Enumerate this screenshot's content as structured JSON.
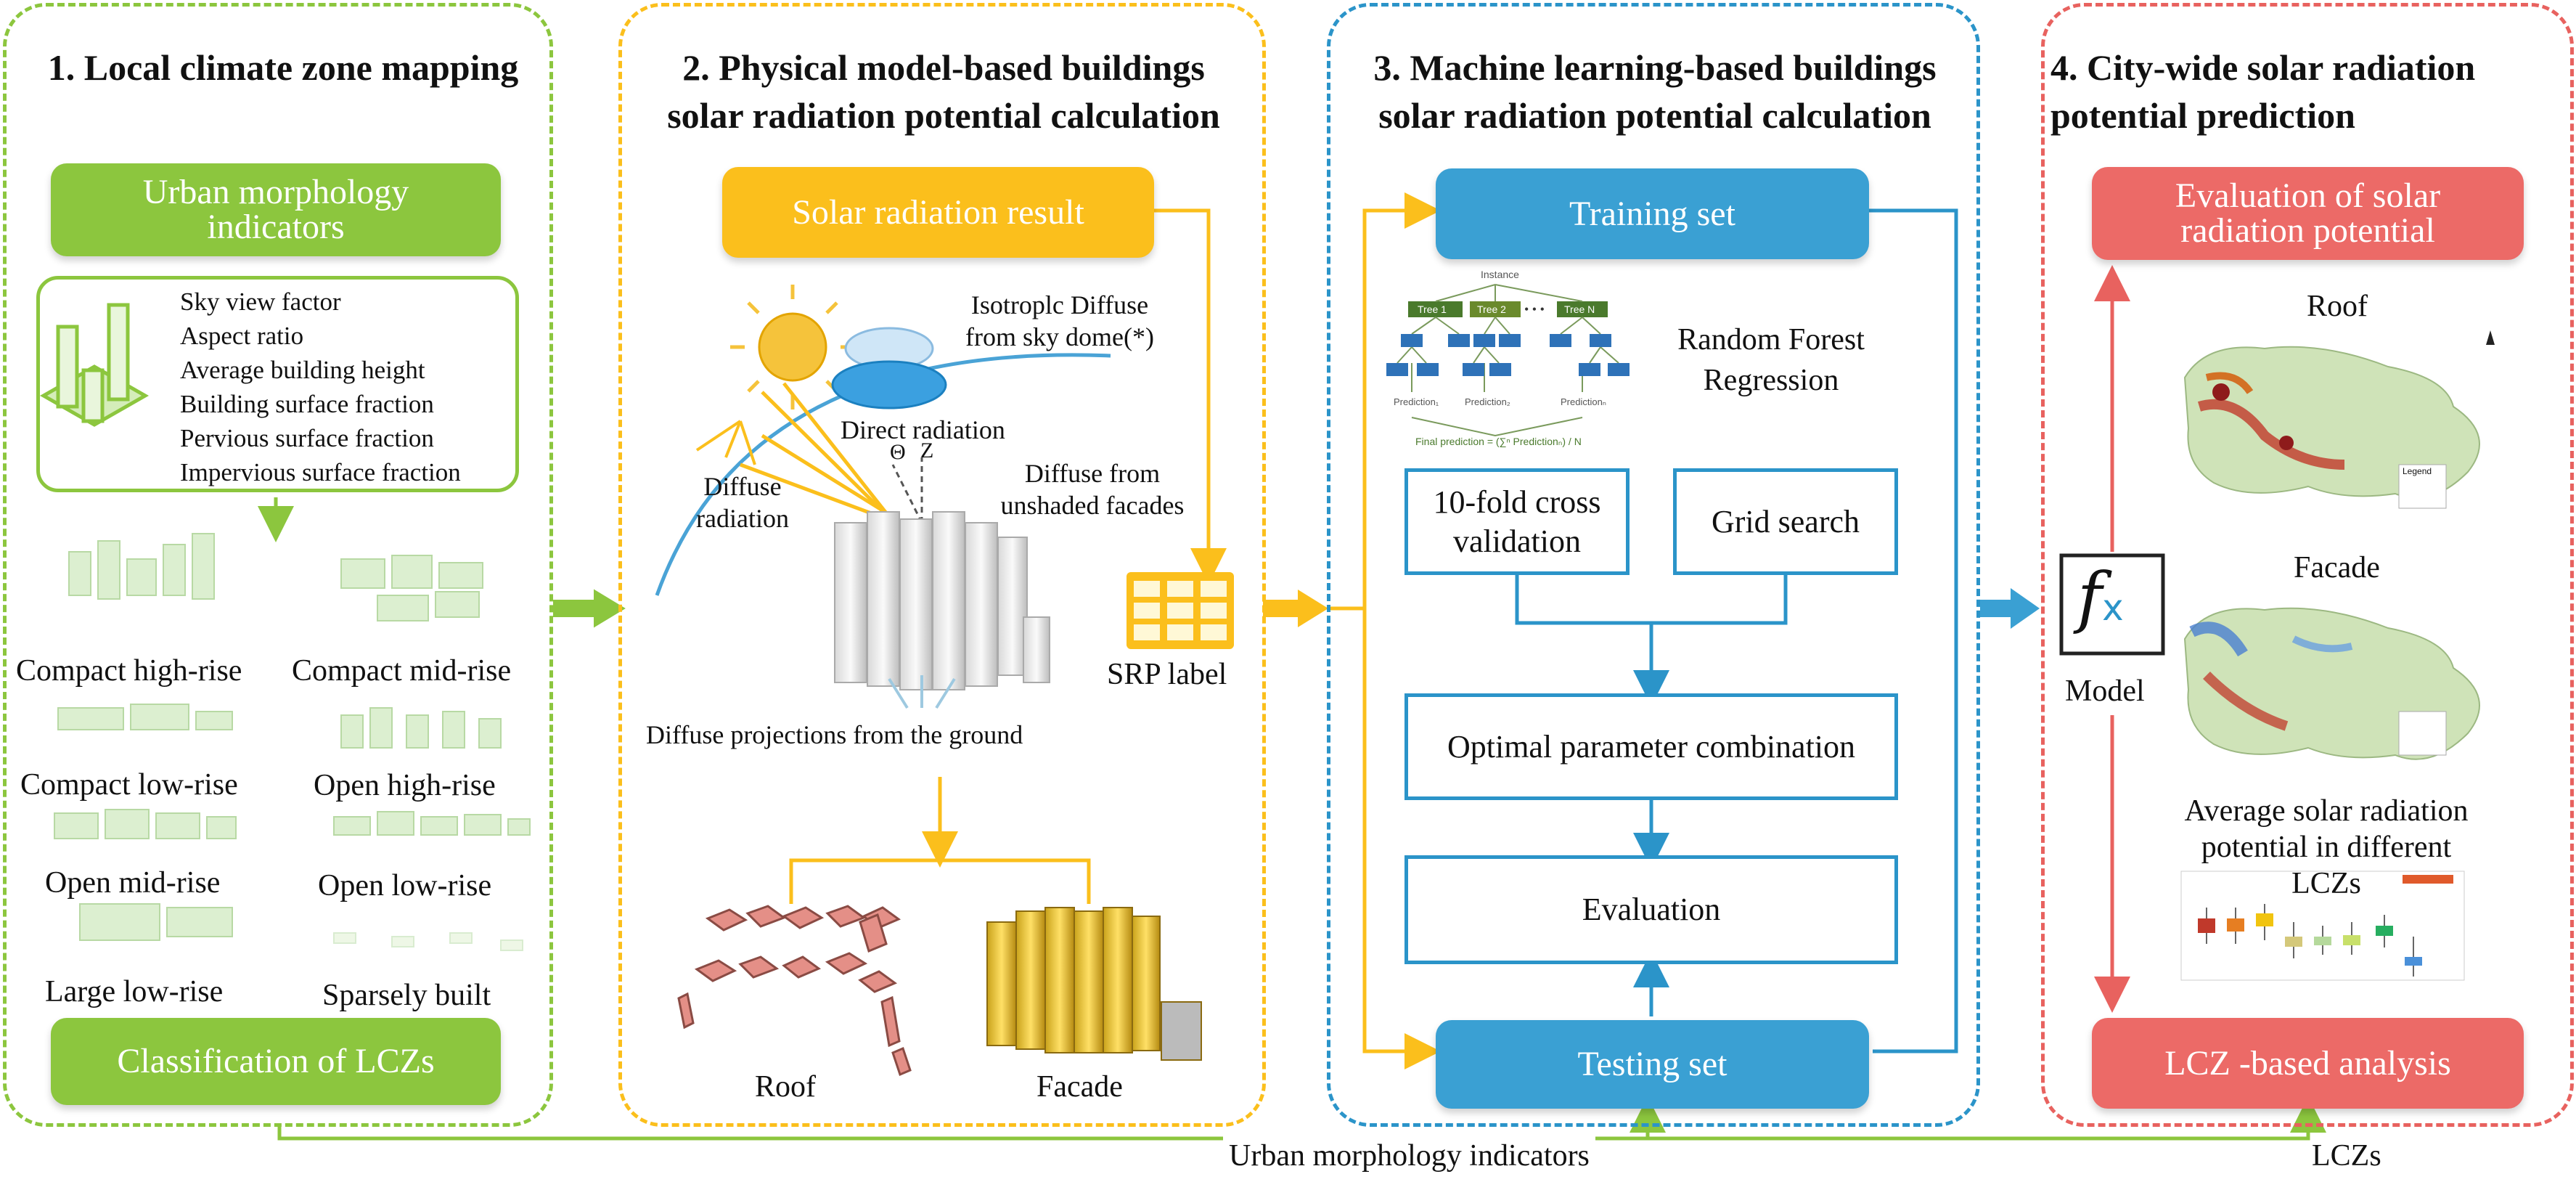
{
  "panels": [
    {
      "title_lines": [
        "1. Local climate zone mapping"
      ],
      "color": "#8cc63e"
    },
    {
      "title_lines": [
        "2. Physical model-based buildings",
        "solar radiation potential calculation"
      ],
      "color": "#fbbf1c"
    },
    {
      "title_lines": [
        "3. Machine learning-based buildings",
        "solar radiation potential calculation"
      ],
      "color": "#2b94c9"
    },
    {
      "title_lines": [
        "4. City-wide solar radiation",
        "potential prediction"
      ],
      "color": "#e8625f"
    }
  ],
  "p1": {
    "urban_btn": [
      "Urban morphology",
      "indicators"
    ],
    "indicators": [
      "Sky view factor",
      "Aspect ratio",
      "Average building height",
      "Building surface fraction",
      "Pervious surface fraction",
      "Impervious surface fraction"
    ],
    "lcz_labels": [
      "Compact high-rise",
      "Compact mid-rise",
      "Compact low-rise",
      "Open high-rise",
      "Open mid-rise",
      "Open low-rise",
      "Large low-rise",
      "Sparsely built"
    ],
    "class_btn": "Classification of LCZs"
  },
  "p2": {
    "result_btn": "Solar radiation result",
    "iso_diffuse": [
      "Isotroplc Diffuse",
      "from sky dome(*)"
    ],
    "direct": "Direct radiation",
    "theta": "Θ",
    "z": "Z",
    "diffuse_rad": [
      "Diffuse",
      "radiation"
    ],
    "diffuse_facades": [
      "Diffuse from",
      "unshaded facades"
    ],
    "srp": "SRP label",
    "ground": "Diffuse projections from the ground",
    "roof": "Roof",
    "facade": "Facade"
  },
  "p3": {
    "training": "Training set",
    "rf_title": [
      "Random Forest",
      "Regression"
    ],
    "rf_instance": "Instance",
    "rf_trees": [
      "Tree 1",
      "Tree 2",
      "Tree N"
    ],
    "rf_dots": "• • •",
    "rf_preds": [
      "Prediction₁",
      "Prediction₂",
      "Predictionₙ"
    ],
    "rf_final": "Final prediction = (∑ⁿ Predictionₙ) / N",
    "cv": [
      "10-fold cross",
      "validation"
    ],
    "grid": "Grid search",
    "optimal": "Optimal parameter combination",
    "evaluation": "Evaluation",
    "testing": "Testing set"
  },
  "p4": {
    "eval_btn": [
      "Evaluation of solar",
      "radiation potential"
    ],
    "roof": "Roof",
    "facade": "Facade",
    "model": "Model",
    "fx": "f",
    "fx_sub": "x",
    "avg": [
      "Average solar radiation",
      "potential in different LCZs"
    ],
    "lcz_btn": "LCZ -based analysis",
    "legend_title": "Legend"
  },
  "bottom": {
    "urban_indicators": "Urban morphology indicators",
    "lczs": "LCZs"
  },
  "colors": {
    "green": "#8cc63e",
    "yellow": "#fbbf1c",
    "blue": "#3aa0d3",
    "red": "#ec6a67"
  }
}
